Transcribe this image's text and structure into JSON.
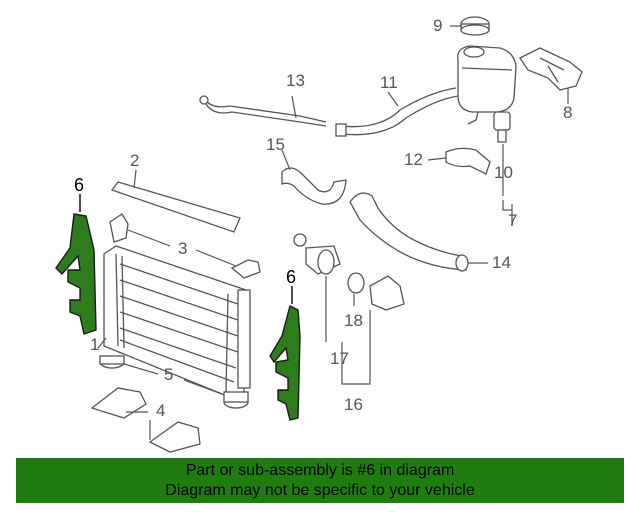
{
  "callouts": {
    "c1": "1",
    "c2": "2",
    "c3": "3",
    "c4": "4",
    "c5": "5",
    "c6a": "6",
    "c6b": "6",
    "c7": "7",
    "c8": "8",
    "c9": "9",
    "c10": "10",
    "c11": "11",
    "c12": "12",
    "c13": "13",
    "c14": "14",
    "c15": "15",
    "c16": "16",
    "c17": "17",
    "c18": "18"
  },
  "banner": {
    "line1": "Part or sub-assembly is #6 in diagram",
    "line2": "Diagram may not be specific to your vehicle"
  },
  "colors": {
    "highlight_part": "#2e7d1c",
    "banner_background": "#1f7d10",
    "line_art": "#555555"
  }
}
